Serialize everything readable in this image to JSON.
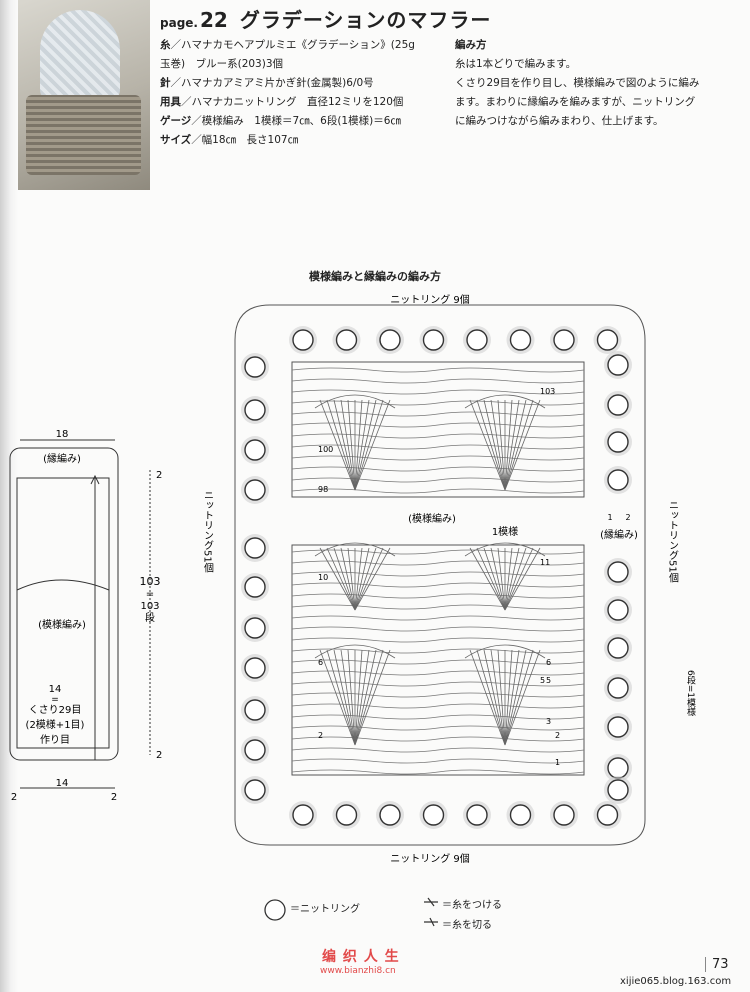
{
  "header": {
    "page_label": "page.",
    "page_number": "22",
    "title": "グラデーションのマフラー"
  },
  "specs": {
    "yarn_label": "糸",
    "yarn_value": "／ハマナカモヘアプルミエ《グラデーション》(25g",
    "yarn_value2": "玉巻)　ブルー系(203)3個",
    "needle_label": "針",
    "needle_value": "／ハマナカアミアミ片かぎ針(金属製)6/0号",
    "tool_label": "用具",
    "tool_value": "／ハマナカニットリング　直径12ミリを120個",
    "gauge_label": "ゲージ",
    "gauge_value": "／模様編み　1模様＝7㎝、6段(1模様)＝6㎝",
    "size_label": "サイズ",
    "size_value": "／幅18㎝　長さ107㎝"
  },
  "method": {
    "heading": "編み方",
    "line1": "糸は1本どりで編みます。",
    "line2": "くさり29目を作り目し、模様編みで図のように編み",
    "line3": "ます。まわりに縁編みを編みますが、ニットリング",
    "line4": "に編みつけながら編みまわり、仕上げます。"
  },
  "diagram": {
    "title": "模様編みと縁編みの編み方",
    "ring_top": "ニットリング 9個",
    "ring_bottom": "ニットリング 9個",
    "ring_left": "ニットリング51個",
    "ring_right": "ニットリング51個",
    "pattern_label": "(模様編み)",
    "border_label": "(縁編み)",
    "one_repeat": "1模様",
    "six_rows": "6段=1模様",
    "row_labels": [
      "103",
      "100",
      "98",
      "11",
      "10",
      "6",
      "5",
      "6",
      "5",
      "3",
      "2",
      "2",
      "1"
    ],
    "pm_1": "1",
    "pm_2": "2"
  },
  "schematic": {
    "width_top": "18",
    "border": "(縁編み)",
    "pattern": "(模様編み)",
    "height": "103",
    "eq": "=",
    "rows": "103",
    "rows_unit": "段",
    "two_top": "2",
    "two_bottom": "2",
    "foundation_num": "14",
    "foundation_eq": "=",
    "foundation_1": "くさり29目",
    "foundation_2": "(2模様+1目)",
    "foundation_3": "作り目",
    "width_bottom": "14",
    "two_left": "2",
    "two_right": "2"
  },
  "legend": {
    "ring": "＝ニットリング",
    "attach": "＝糸をつける",
    "cut": "＝糸を切る"
  },
  "footer": {
    "watermark": "编 织 人 生",
    "watermark_url": "www.bianzhi8.cn",
    "page": "73",
    "blog": "xijie065.blog.163.com"
  }
}
